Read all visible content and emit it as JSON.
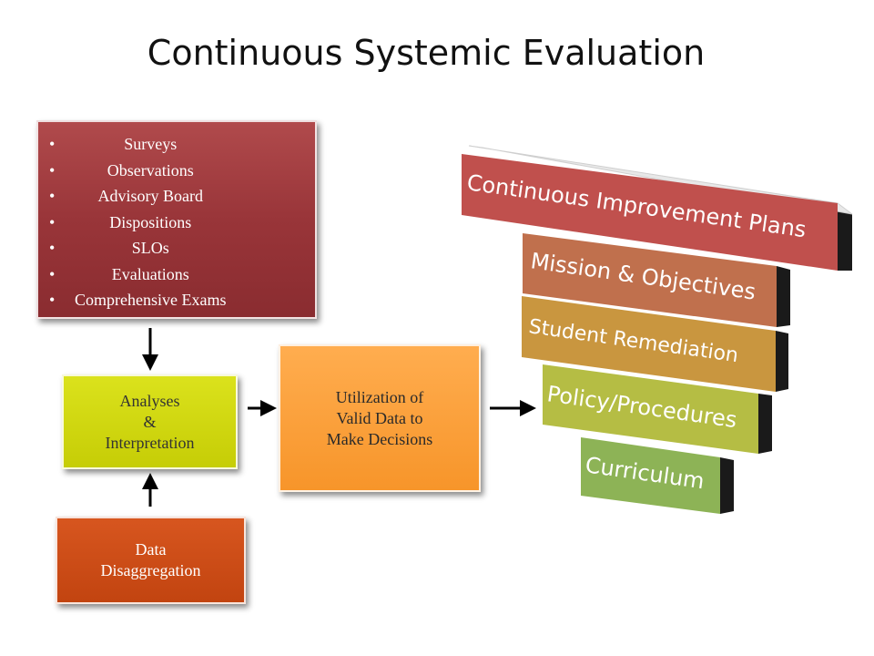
{
  "title": "Continuous Systemic Evaluation",
  "sources": {
    "items": [
      "Surveys",
      "Observations",
      "Advisory Board",
      "Dispositions",
      "SLOs",
      "Evaluations",
      "Comprehensive Exams"
    ],
    "color": "#993539"
  },
  "analyses": {
    "line1": "Analyses",
    "line2": "&",
    "line3": "Interpretation",
    "color": "#c6cd06"
  },
  "utilization": {
    "line1": "Utilization of",
    "line2": "Valid Data to",
    "line3": "Make Decisions",
    "color": "#f7952a"
  },
  "disaggregation": {
    "line1": "Data",
    "line2": "Disaggregation",
    "color": "#c24410"
  },
  "stack": [
    {
      "label": "Continuous Improvement Plans",
      "color": "#c0504d"
    },
    {
      "label": "Mission & Objectives",
      "color": "#c0704d"
    },
    {
      "label": "Student Remediation",
      "color": "#c9963f"
    },
    {
      "label": "Policy/Procedures",
      "color": "#b5bd44"
    },
    {
      "label": "Curriculum",
      "color": "#8db356"
    }
  ]
}
